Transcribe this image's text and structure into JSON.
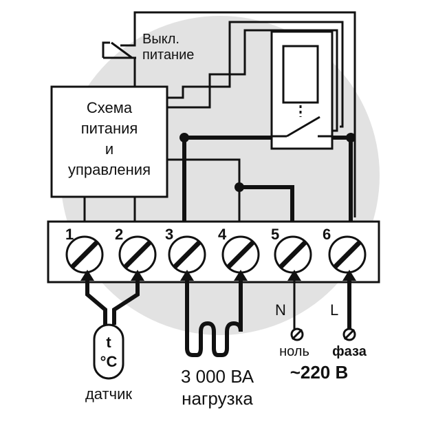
{
  "switch_label": [
    "Выкл.",
    "питание"
  ],
  "control_box_label": [
    "Схема",
    "питания",
    "и",
    "управления"
  ],
  "terminals": [
    "1",
    "2",
    "3",
    "4",
    "5",
    "6"
  ],
  "sensor": {
    "symbol_top": "t",
    "symbol_bottom": "°C",
    "caption": "датчик"
  },
  "load": {
    "power": "3 000 ВА",
    "caption": "нагрузка"
  },
  "neutral": {
    "letter": "N",
    "caption": "ноль"
  },
  "phase": {
    "letter": "L",
    "caption": "фаза"
  },
  "mains_voltage": "~220 В",
  "colors": {
    "background_circle": "#e2e2e2",
    "line": "#111111",
    "fill": "#ffffff"
  }
}
